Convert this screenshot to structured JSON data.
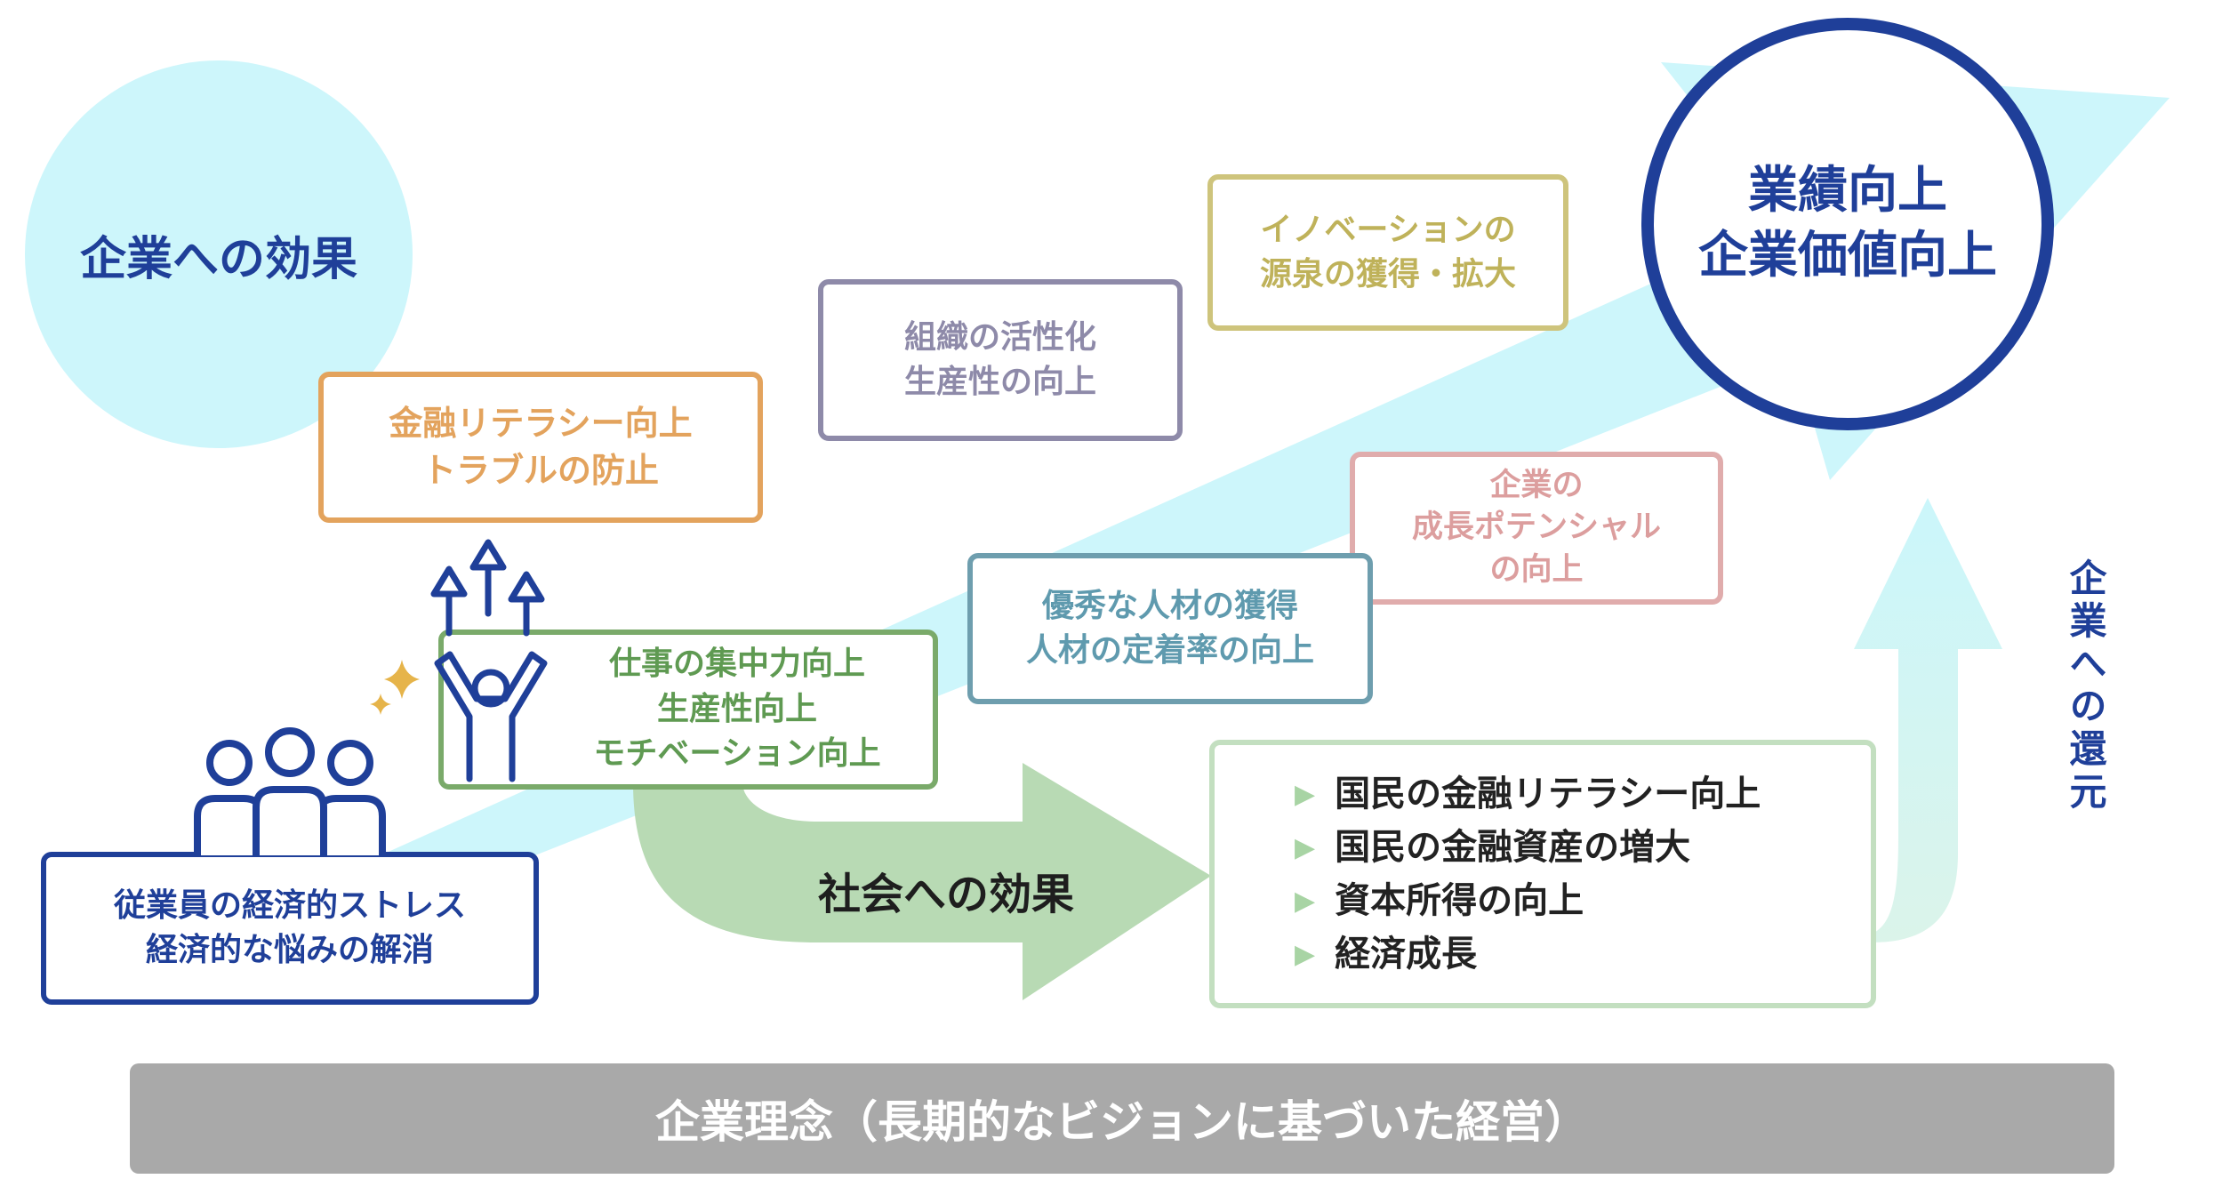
{
  "effect_on_company": {
    "label": "企業への効果"
  },
  "goal": {
    "line1": "業績向上",
    "line2": "企業価値向上"
  },
  "finance_box": {
    "line1": "金融リテラシー向上",
    "line2": "トラブルの防止"
  },
  "org_box": {
    "line1": "組織の活性化",
    "line2": "生産性の向上"
  },
  "innovation_box": {
    "line1": "イノベーションの",
    "line2": "源泉の獲得・拡大"
  },
  "growth_box": {
    "line1": "企業の",
    "line2": "成長ポテンシャル",
    "line3": "の向上"
  },
  "talent_box": {
    "line1": "優秀な人材の獲得",
    "line2": "人材の定着率の向上"
  },
  "work_box": {
    "line1": "仕事の集中力向上",
    "line2": "生産性向上",
    "line3": "モチベーション向上"
  },
  "employee_box": {
    "line1": "従業員の経済的ストレス",
    "line2": "経済的な悩みの解消"
  },
  "society": {
    "label": "社会への効果",
    "items": [
      "国民の金融リテラシー向上",
      "国民の金融資産の増大",
      "資本所得の向上",
      "経済成長"
    ],
    "bullet": "▶"
  },
  "return_label": "企業への還元",
  "philosophy": "企業理念（長期的なビジョンに基づいた経営）",
  "colors": {
    "navy": "#1f3f99",
    "cyan_light": "#cdf6fb",
    "green_arrow": "#b8dab4",
    "orange": "#e3a35d",
    "gray": "#a9a9a9"
  }
}
